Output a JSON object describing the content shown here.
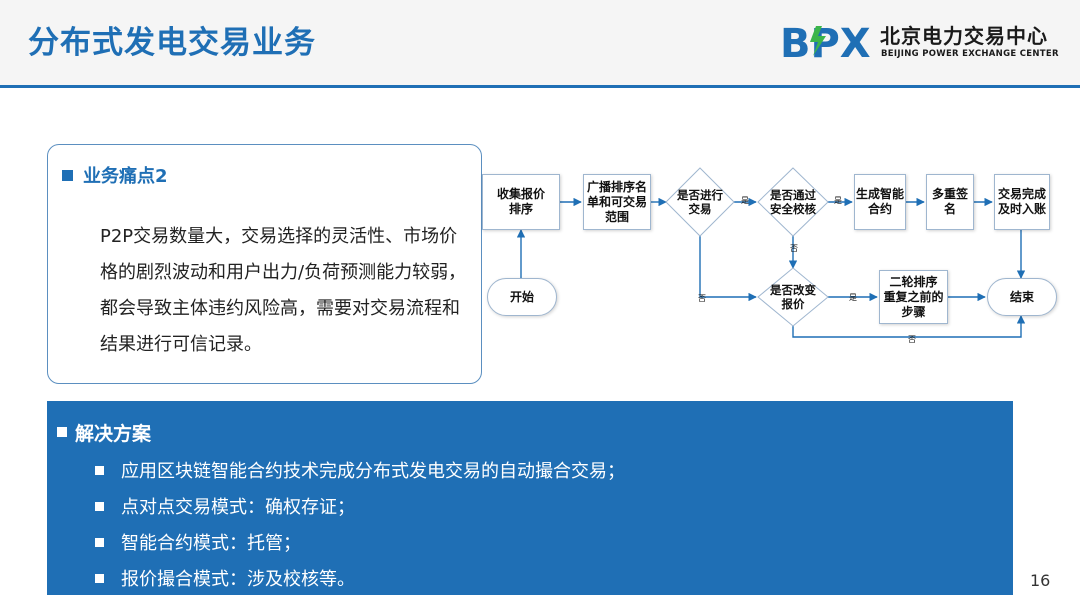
{
  "header": {
    "title": "分布式发电交易业务",
    "logo": {
      "mark": "BPX",
      "name_cn": "北京电力交易中心",
      "name_en": "BEIJING POWER EXCHANGE CENTER"
    }
  },
  "pain_point": {
    "heading": "业务痛点2",
    "body": "P2P交易数量大，交易选择的灵活性、市场价格的剧烈波动和用户出力/负荷预测能力较弱，都会导致主体违约风险高，需要对交易流程和结果进行可信记录。"
  },
  "flowchart": {
    "nodes": {
      "collect": [
        "收集报价",
        "排序"
      ],
      "broadcast": [
        "广播排序名",
        "单和可交易",
        "范围"
      ],
      "decide_trade": [
        "是否进行",
        "交易"
      ],
      "decide_check": [
        "是否通过",
        "安全校核"
      ],
      "smart_contract": [
        "生成智能",
        "合约"
      ],
      "multisig": "多重签名",
      "settle": [
        "交易完成",
        "及时入账"
      ],
      "start": "开始",
      "decide_change": [
        "是否改变",
        "报价"
      ],
      "resort": [
        "二轮排序",
        "重复之前的",
        "步骤"
      ],
      "end": "结束"
    },
    "edge_labels": {
      "yes": "是",
      "no": "否"
    },
    "colors": {
      "line": "#1f6fb5",
      "node_border": "#9fb6cf"
    }
  },
  "solution": {
    "heading": "解决方案",
    "items": [
      "应用区块链智能合约技术完成分布式发电交易的自动撮合交易；",
      "点对点交易模式：确权存证；",
      "智能合约模式：托管；",
      "报价撮合模式：涉及校核等。"
    ]
  },
  "page_number": "16",
  "colors": {
    "brand_blue": "#1f6fb5",
    "logo_green": "#3bb54a"
  }
}
